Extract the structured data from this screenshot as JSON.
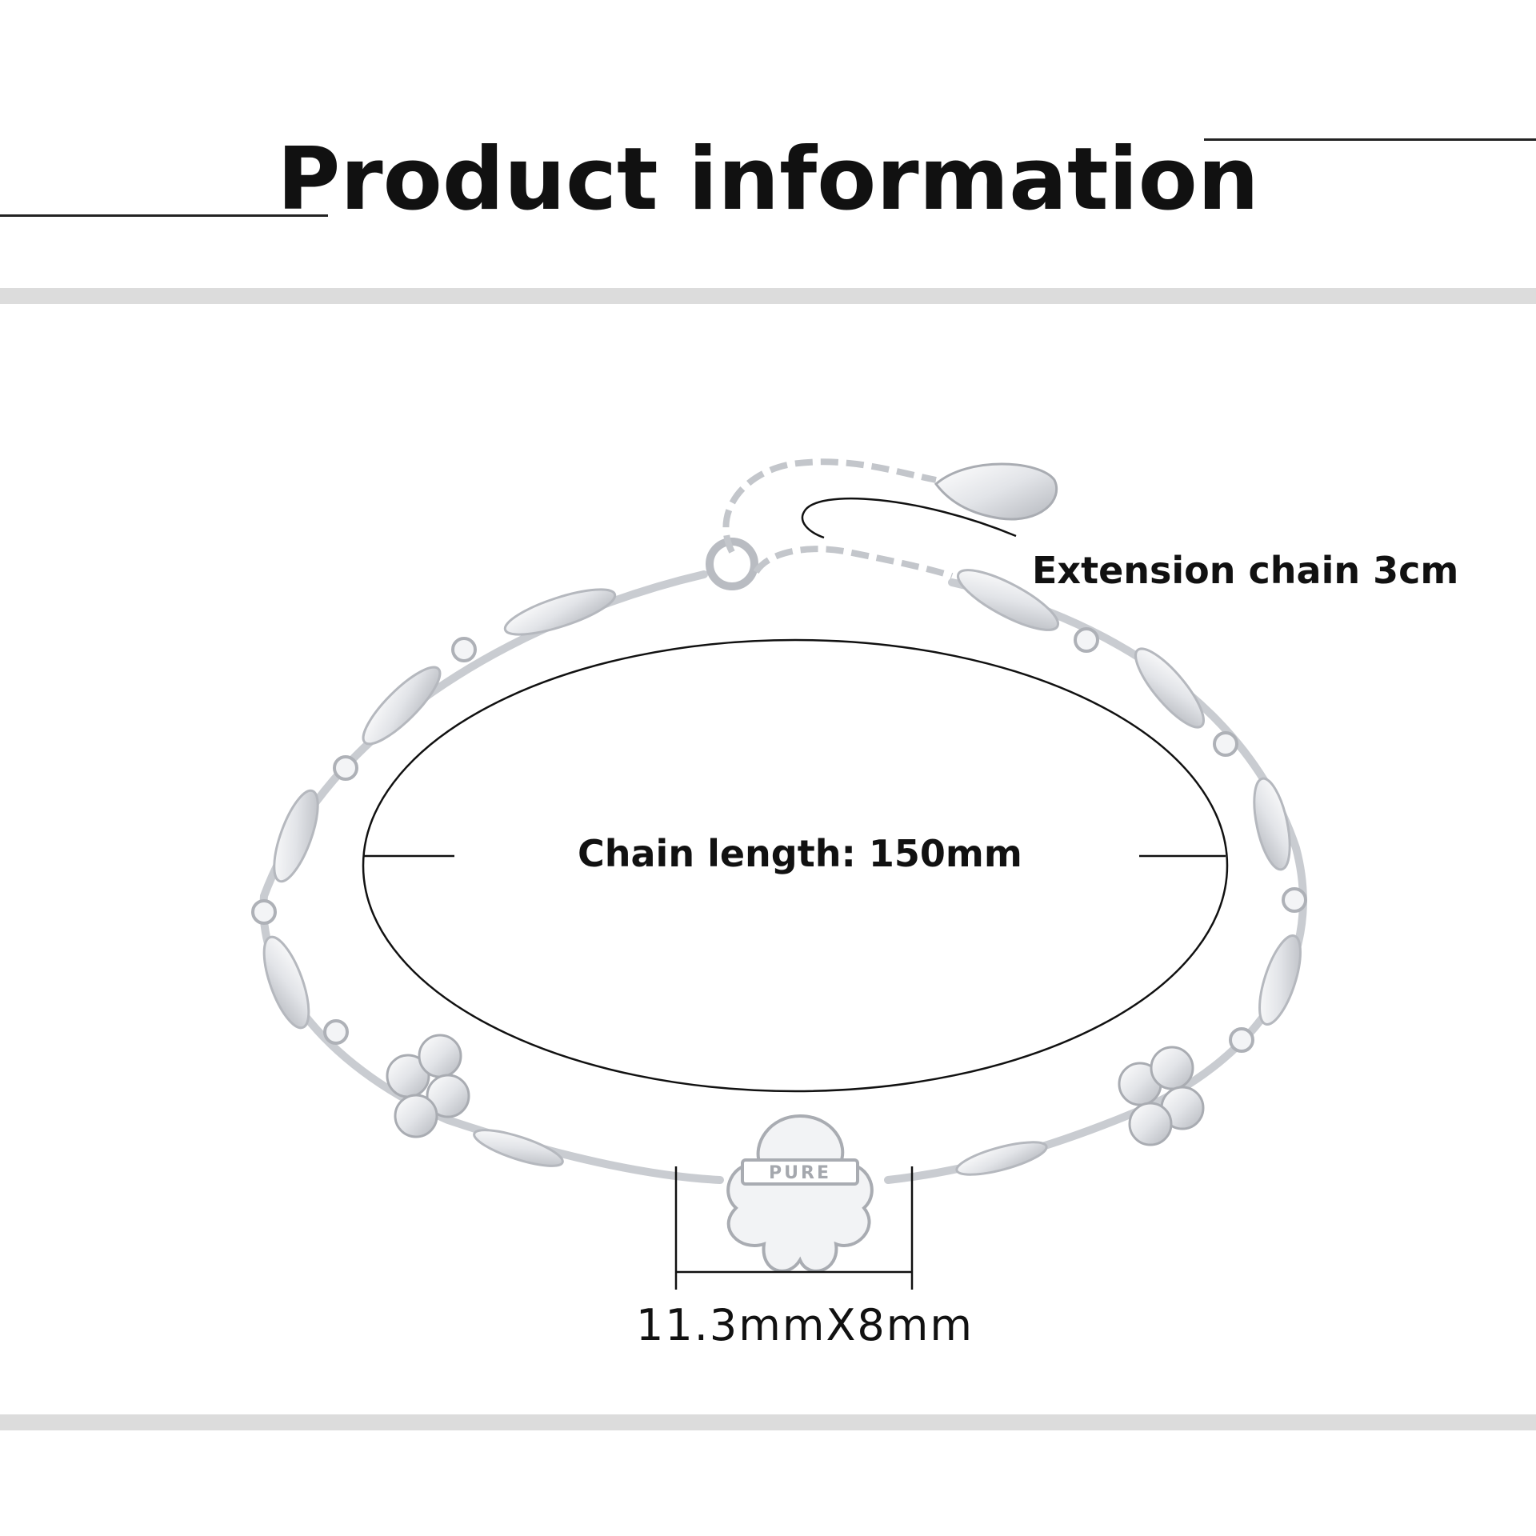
{
  "header": {
    "title": "Product information"
  },
  "annotations": {
    "extension_chain": "Extension chain 3cm",
    "chain_length": "Chain length: 150mm",
    "charm_size": "11.3mmX8mm"
  },
  "product": {
    "charm_engraving": "PURE"
  },
  "colors": {
    "background": "#ffffff",
    "text": "#111111",
    "band": "#dcdcdc",
    "silver": "#e4e6ea",
    "silver_shadow": "#b9bcc2"
  }
}
